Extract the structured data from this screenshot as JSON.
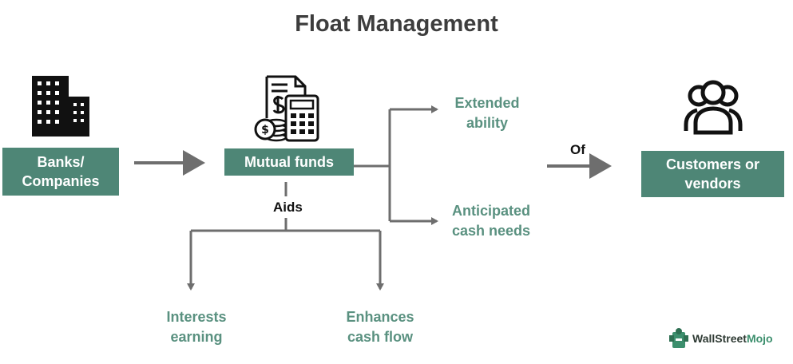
{
  "title": "Float Management",
  "nodes": {
    "banks": "Banks/\nCompanies",
    "mutual_funds": "Mutual funds",
    "customers": "Customers or\nvendors"
  },
  "labels": {
    "extended": "Extended\nability",
    "anticipated": "Anticipated\ncash needs",
    "interests": "Interests\nearning",
    "enhances": "Enhances\ncash flow",
    "aids": "Aids",
    "of": "Of"
  },
  "icons": {
    "building": "building-icon",
    "calculator": "calculator-money-icon",
    "people": "people-group-icon",
    "logo": "wallstreetmojo-logo"
  },
  "logo": {
    "part1": "WallStreet",
    "part2": "Mojo"
  },
  "colors": {
    "box_fill": "#4e8676",
    "label_green": "#5a9180",
    "connector": "#6e6e6e"
  }
}
